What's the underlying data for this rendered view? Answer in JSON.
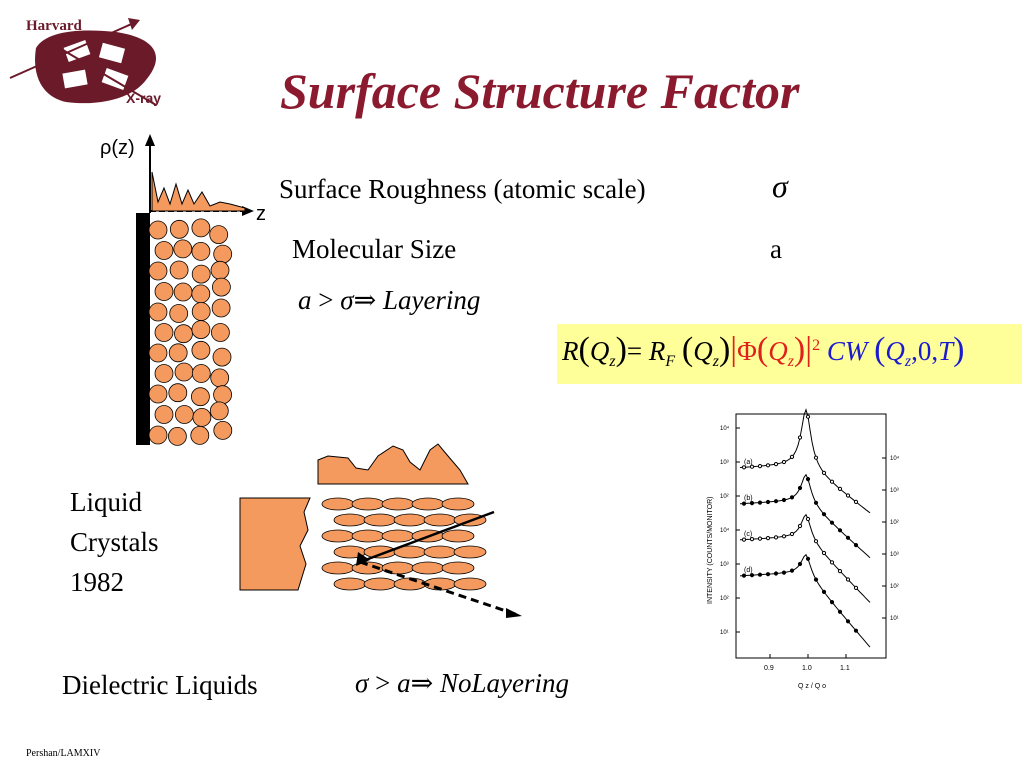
{
  "logo": {
    "top_text": "Harvard",
    "bottom_text": "X-ray"
  },
  "title": "Surface Structure Factor",
  "roughness": {
    "label": "Surface Roughness (atomic scale)",
    "symbol": "σ"
  },
  "molecular": {
    "label": "Molecular Size",
    "symbol": "a"
  },
  "layering_condition": {
    "lhs": "a",
    "op": ">",
    "rhs": "σ",
    "implies": "⇒",
    "result": "Layering"
  },
  "formula": {
    "R": "R",
    "Qz": "Q",
    "z": "z",
    "eq": "=",
    "RF": "R",
    "F": "F",
    "Phi": "Φ",
    "exp": "2",
    "CW": "CW",
    "zero": "0",
    "T": "T"
  },
  "profile_axes": {
    "y_label": "ρ(z)",
    "x_label": "z"
  },
  "liquid_crystals": {
    "line1": "Liquid",
    "line2": "Crystals",
    "line3": "1982"
  },
  "dielectric": {
    "label": "Dielectric Liquids",
    "lhs": "σ",
    "op": ">",
    "rhs": "a",
    "implies": "⇒",
    "result": "NoLayering"
  },
  "plot": {
    "y_axis_label": "INTENSITY (COUNTS/MONITOR)",
    "x_axis_label": "Q z / Q o",
    "x_ticks": [
      "0.9",
      "1.0",
      "1.1"
    ],
    "left_ticks": [
      "10⁴",
      "10³",
      "10²",
      "10⁴",
      "10³",
      "10²",
      "10¹"
    ],
    "right_ticks": [
      "10⁴",
      "10³",
      "10²",
      "10³",
      "10²",
      "10¹"
    ],
    "curve_labels": [
      "(a)",
      "(b)",
      "(c)",
      "(d)"
    ]
  },
  "footer": "Pershan/LAMXIV",
  "colors": {
    "title": "#8b1a2e",
    "shield": "#6b1a2a",
    "orange": "#f59a5e",
    "formula_bg": "#ffff99",
    "phi_red": "#e0201a",
    "cw_blue": "#1a1ad0"
  }
}
